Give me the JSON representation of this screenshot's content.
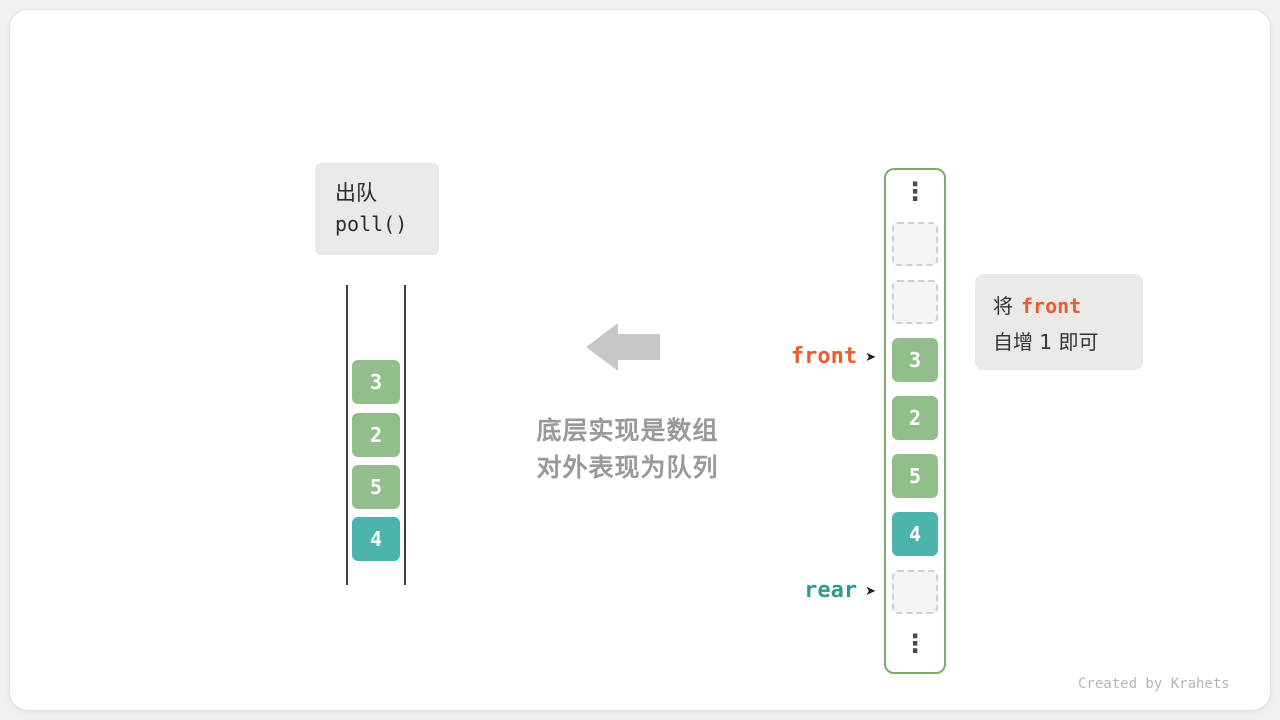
{
  "colors": {
    "page_bg": "#f1f1ef",
    "card_bg": "#ffffff",
    "box_bg": "#e9e9e7",
    "green": "#92be8c",
    "teal": "#4db4ad",
    "orange": "#ee5b2e",
    "rear_teal": "#2d9a93",
    "muted_text": "#999999",
    "dark_text": "#333333",
    "arrow_gray": "#c7c7c7",
    "array_border": "#7cab6a",
    "dash_border": "#cfcfcf",
    "dash_bg": "#f4f4f2",
    "line_dark": "#3d3d3d",
    "watermark": "#b5b5b5"
  },
  "dequeue_box": {
    "title": "出队",
    "method": "poll()"
  },
  "queue_view": {
    "cells": [
      {
        "value": "3",
        "color": "green"
      },
      {
        "value": "2",
        "color": "green"
      },
      {
        "value": "5",
        "color": "green"
      },
      {
        "value": "4",
        "color": "teal"
      }
    ]
  },
  "caption": {
    "line1": "底层实现是数组",
    "line2": "对外表现为队列"
  },
  "array_view": {
    "cells": [
      {
        "type": "ellipsis"
      },
      {
        "type": "empty"
      },
      {
        "type": "empty"
      },
      {
        "type": "value",
        "value": "3",
        "color": "green"
      },
      {
        "type": "value",
        "value": "2",
        "color": "green"
      },
      {
        "type": "value",
        "value": "5",
        "color": "green"
      },
      {
        "type": "value",
        "value": "4",
        "color": "teal"
      },
      {
        "type": "empty"
      },
      {
        "type": "ellipsis"
      }
    ]
  },
  "pointers": {
    "front": {
      "label": "front"
    },
    "rear": {
      "label": "rear"
    }
  },
  "note": {
    "prefix": "将",
    "code": "front",
    "suffix": "自增 1 即可"
  },
  "icons": {
    "vertical_ellipsis": "⋮",
    "pointer_arrow": "➤"
  },
  "watermark": "Created by Krahets"
}
